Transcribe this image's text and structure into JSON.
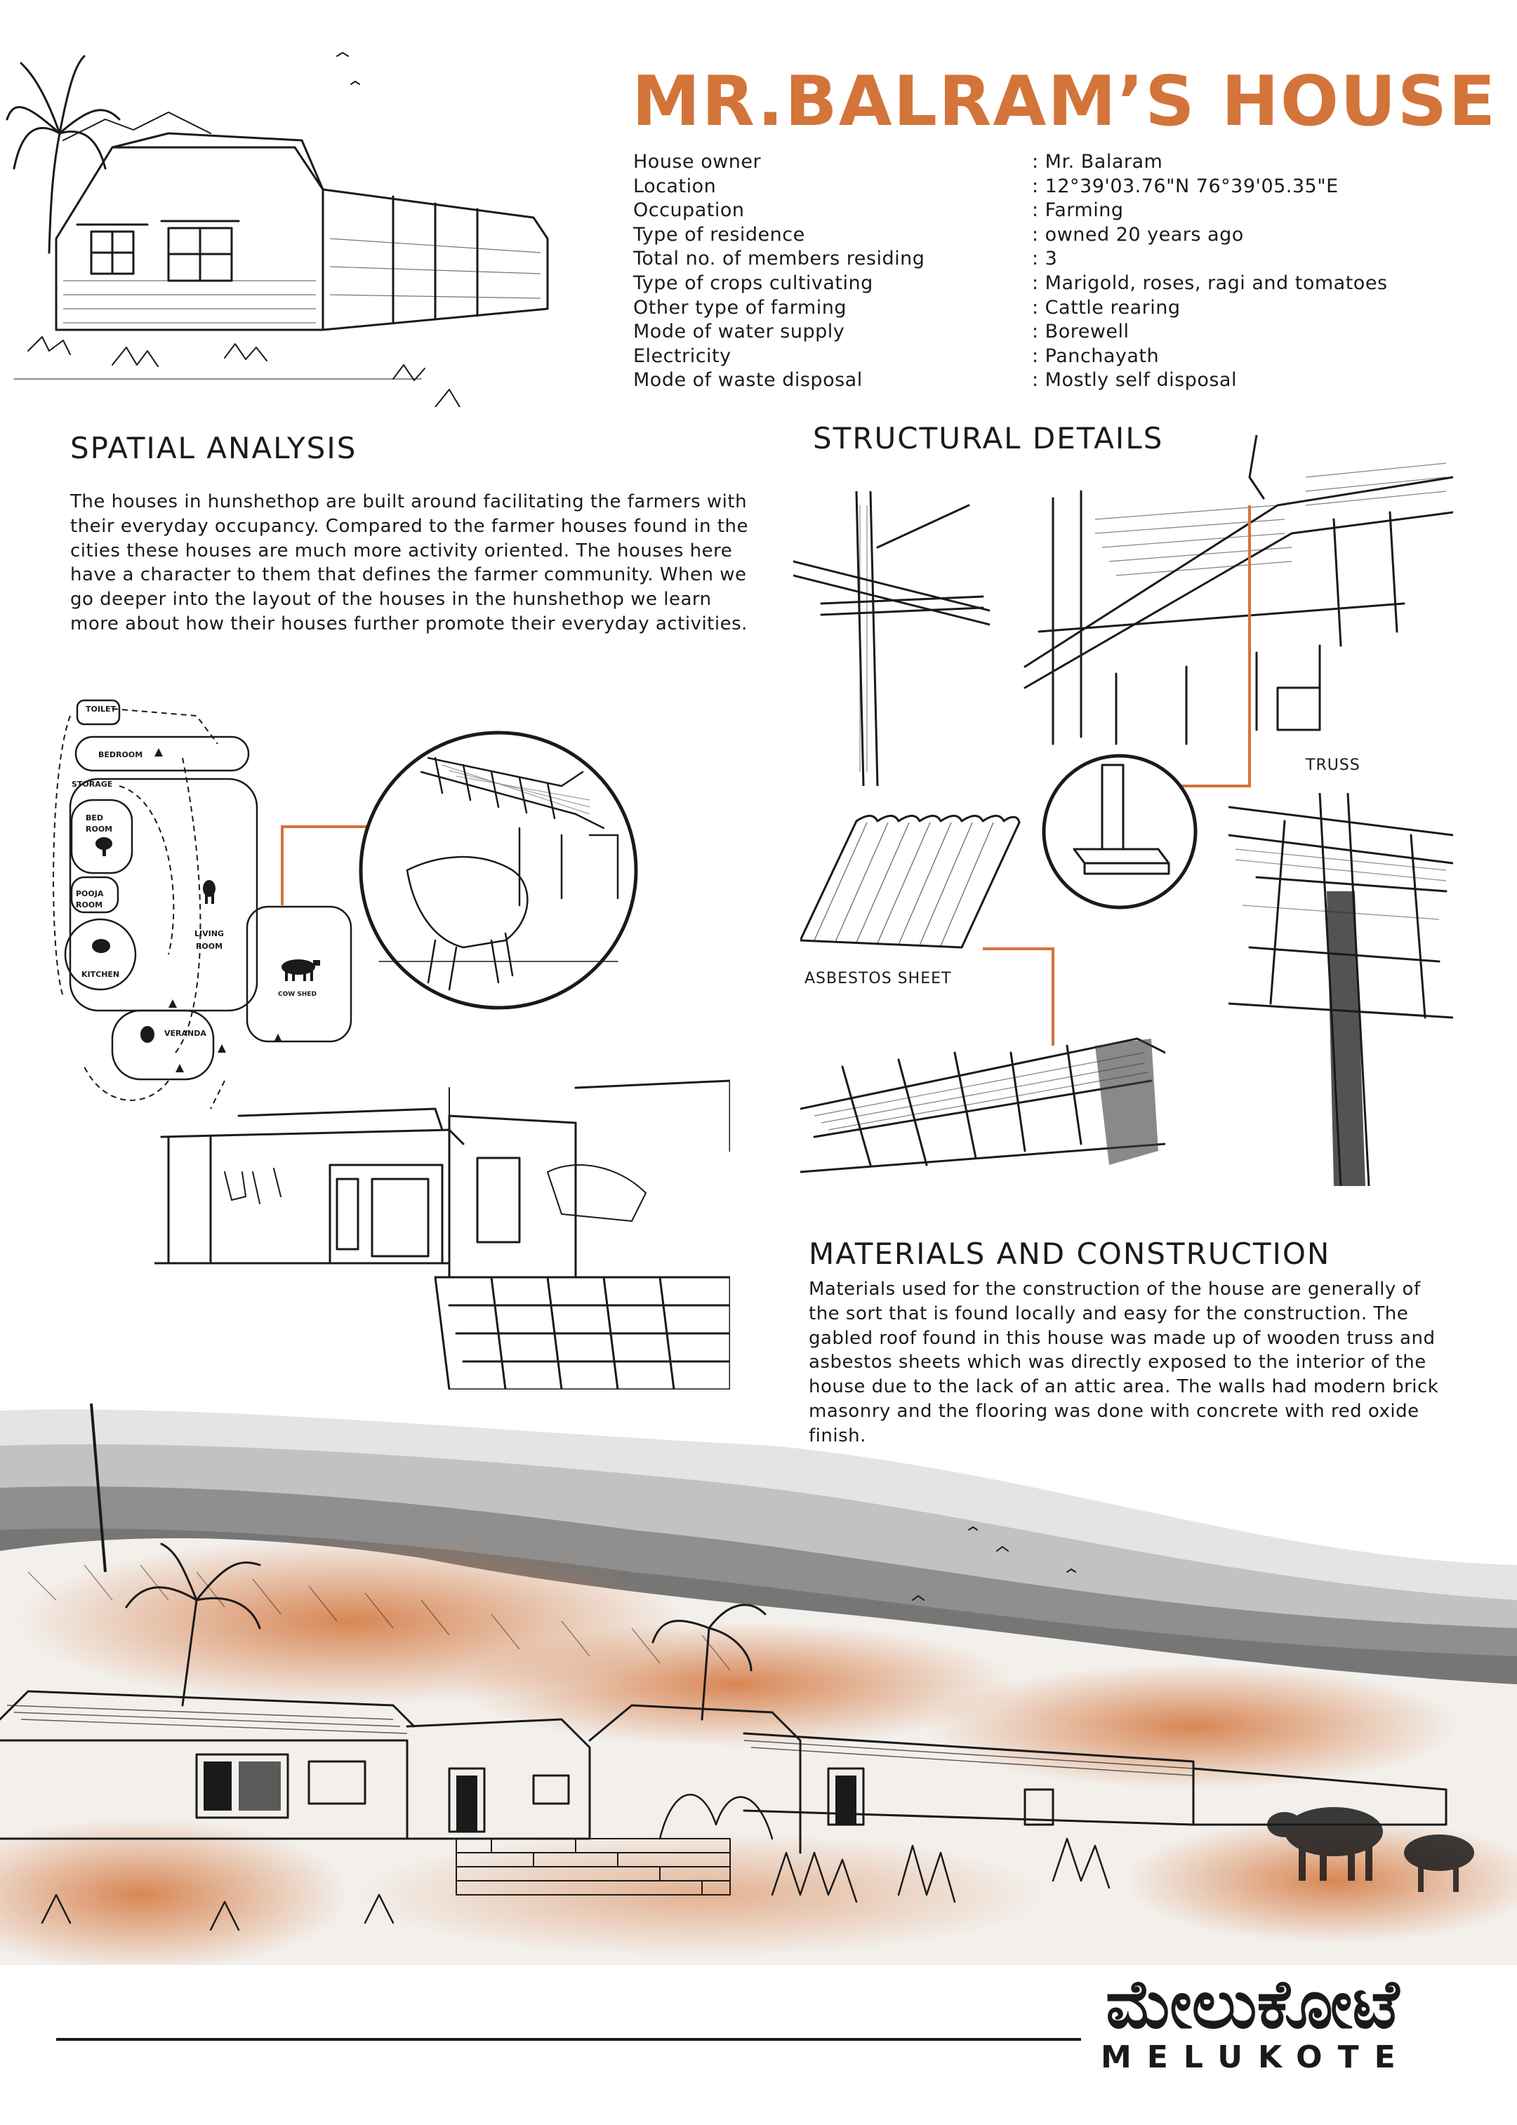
{
  "title": "MR.BALRAM’S HOUSE",
  "info": [
    {
      "label": "House owner",
      "value": ": Mr. Balaram"
    },
    {
      "label": "Location",
      "value": ": 12°39'03.76\"N 76°39'05.35\"E"
    },
    {
      "label": "Occupation",
      "value": ": Farming"
    },
    {
      "label": "Type of residence",
      "value": ": owned 20 years ago"
    },
    {
      "label": "Total no. of members residing",
      "value": ": 3"
    },
    {
      "label": "Type of crops cultivating",
      "value": ": Marigold, roses, ragi and tomatoes"
    },
    {
      "label": "Other type of farming",
      "value": ": Cattle rearing"
    },
    {
      "label": "Mode of water supply",
      "value": ": Borewell"
    },
    {
      "label": "Electricity",
      "value": ": Panchayath"
    },
    {
      "label": "Mode of waste disposal",
      "value": ": Mostly self disposal"
    }
  ],
  "spatial": {
    "heading": "SPATIAL ANALYSIS",
    "text": "The houses in hunshethop are built around facilitating the farmers with their everyday occupancy. Compared to the farmer houses found in the cities these houses are much more activity oriented. The houses here have a character to them that defines the farmer community. When we go deeper into the layout of the houses in the hunshethop we learn  more about how their houses further promote their everyday activities."
  },
  "plan_labels": {
    "toilet": "TOILET",
    "bedroom": "BEDROOM",
    "storage": "STORAGE",
    "bed_room": "BED ROOM",
    "pooja_room": "POOJA ROOM",
    "kitchen": "KITCHEN",
    "living_room": "LIVING ROOM",
    "veranda": "VERANDA",
    "cow_shed": "COW SHED"
  },
  "structural": {
    "heading": "STRUCTURAL DETAILS",
    "truss_caption": "TRUSS",
    "asbestos_caption": "ASBESTOS SHEET"
  },
  "materials": {
    "heading": "MATERIALS AND CONSTRUCTION",
    "text": "Materials used for the construction of the house  are generally of the sort that is found locally and easy for the construction. The gabled roof found in this house was made up of wooden truss and asbestos sheets which was directly exposed to the interior of the house due to the lack of an attic area. The walls had modern brick masonry and the flooring was done with concrete with red oxide finish."
  },
  "footer": {
    "kannada": "ಮೇಲುಕೋಟೆ",
    "latin": "MELUKOTE"
  },
  "colors": {
    "accent": "#d3743a",
    "ink": "#1a1a1a"
  }
}
